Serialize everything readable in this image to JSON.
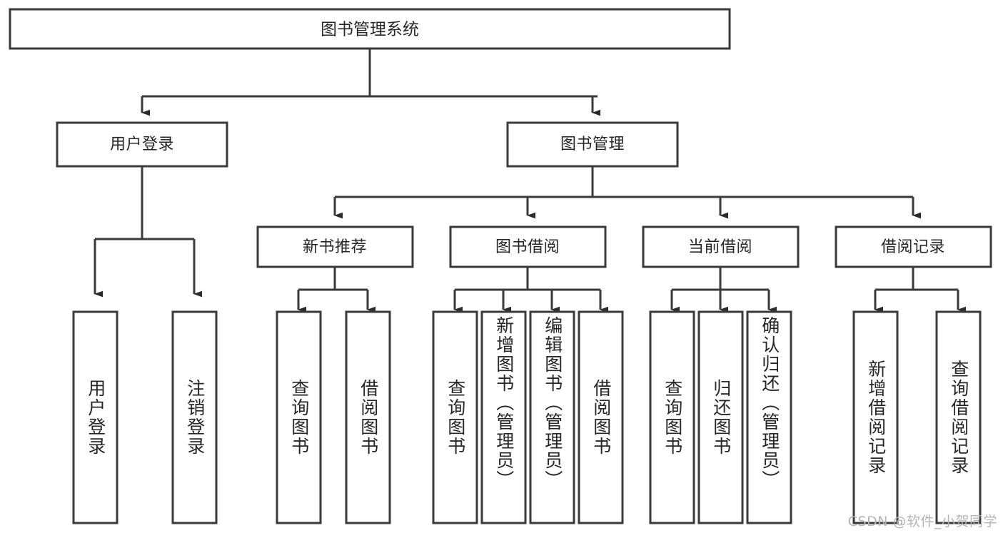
{
  "diagram": {
    "type": "tree-hierarchy",
    "title": "图书管理系统",
    "orientation": "top-down",
    "colors": {
      "box_stroke": "#3a3a3a",
      "box_fill": "#ffffff",
      "connector": "#3a3a3a",
      "text": "#262626",
      "watermark": "#b4b4b4",
      "background": "#ffffff"
    },
    "root": {
      "id": "root",
      "label": "图书管理系统"
    },
    "level2": [
      {
        "id": "user-login",
        "label": "用户登录"
      },
      {
        "id": "book-manage",
        "label": "图书管理"
      }
    ],
    "level3": [
      {
        "id": "new-book-rec",
        "label": "新书推荐",
        "parent": "book-manage"
      },
      {
        "id": "book-borrow",
        "label": "图书借阅",
        "parent": "book-manage"
      },
      {
        "id": "current-borrow",
        "label": "当前借阅",
        "parent": "book-manage"
      },
      {
        "id": "borrow-record",
        "label": "借阅记录",
        "parent": "book-manage"
      }
    ],
    "leaves": [
      {
        "id": "leaf-user-login",
        "label": "用户登录",
        "parent": "user-login"
      },
      {
        "id": "leaf-logout",
        "label": "注销登录",
        "parent": "user-login"
      },
      {
        "id": "leaf-query-book-1",
        "label": "查询图书",
        "parent": "new-book-rec"
      },
      {
        "id": "leaf-borrow-book-1",
        "label": "借阅图书",
        "parent": "new-book-rec"
      },
      {
        "id": "leaf-query-book-2",
        "label": "查询图书",
        "parent": "book-borrow"
      },
      {
        "id": "leaf-add-book",
        "label": "新增图书（管理员）",
        "parent": "book-borrow"
      },
      {
        "id": "leaf-edit-book",
        "label": "编辑图书（管理员）",
        "parent": "book-borrow"
      },
      {
        "id": "leaf-borrow-book-2",
        "label": "借阅图书",
        "parent": "book-borrow"
      },
      {
        "id": "leaf-query-book-3",
        "label": "查询图书",
        "parent": "current-borrow"
      },
      {
        "id": "leaf-return-book",
        "label": "归还图书",
        "parent": "current-borrow"
      },
      {
        "id": "leaf-confirm-return",
        "label": "确认归还（管理员）",
        "parent": "current-borrow"
      },
      {
        "id": "leaf-add-record",
        "label": "新增借阅记录",
        "parent": "borrow-record"
      },
      {
        "id": "leaf-query-record",
        "label": "查询借阅记录",
        "parent": "borrow-record"
      }
    ],
    "watermark": "CSDN @软件_小贺同学"
  }
}
